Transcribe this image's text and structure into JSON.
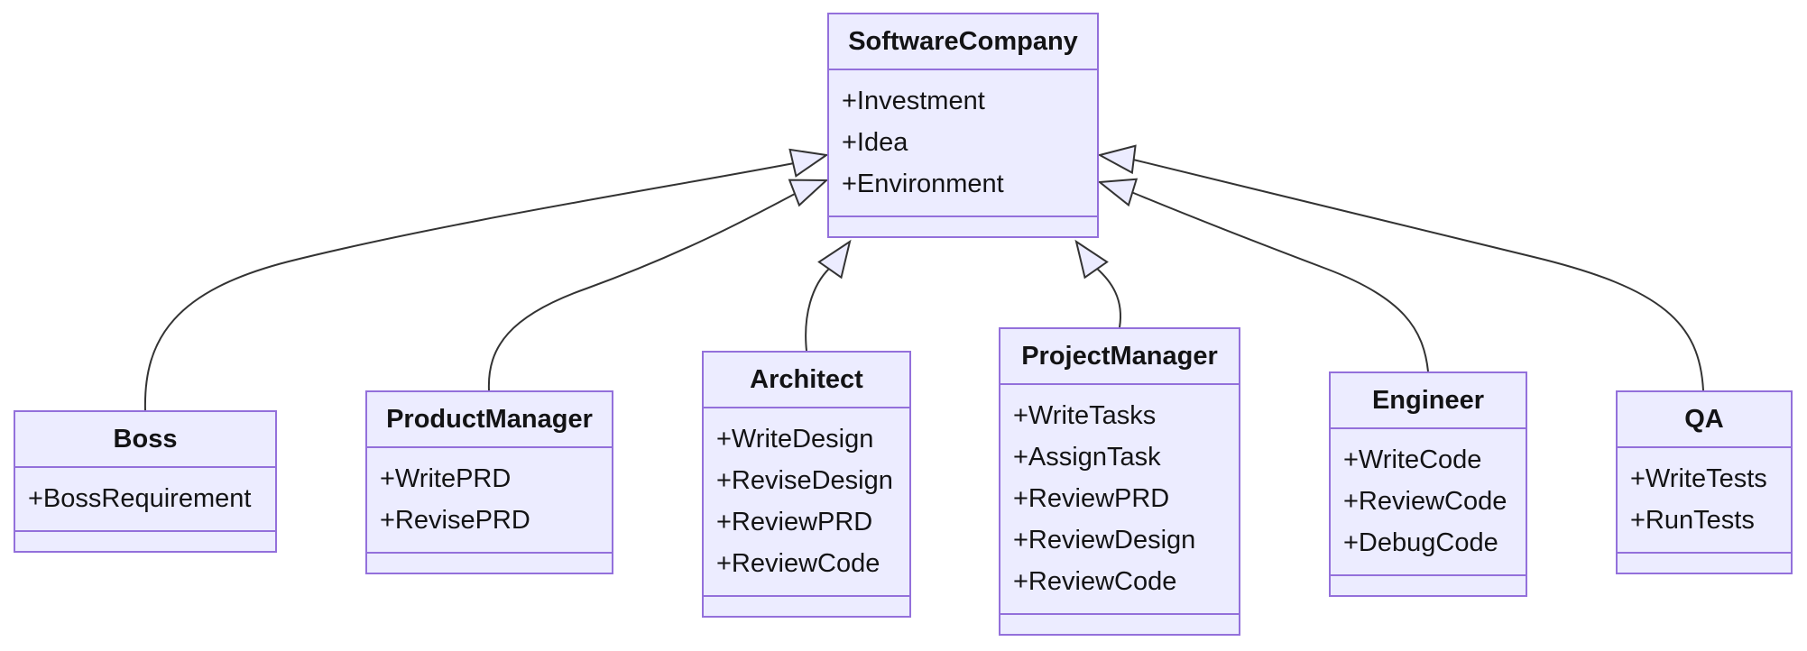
{
  "diagram": {
    "type": "uml-class-diagram",
    "colors": {
      "background": "#FFFFFF",
      "box_fill": "#ECECFF",
      "box_border": "#9370DB",
      "edge": "#333333",
      "arrowhead_fill": "#ECECFF",
      "text": "#131315"
    },
    "classes": [
      {
        "name": "SoftwareCompany",
        "attributes": [
          "+Investment",
          "+Idea",
          "+Environment"
        ],
        "methods": []
      },
      {
        "name": "Boss",
        "attributes": [
          "+BossRequirement"
        ],
        "methods": []
      },
      {
        "name": "ProductManager",
        "attributes": [
          "+WritePRD",
          "+RevisePRD"
        ],
        "methods": []
      },
      {
        "name": "Architect",
        "attributes": [
          "+WriteDesign",
          "+ReviseDesign",
          "+ReviewPRD",
          "+ReviewCode"
        ],
        "methods": []
      },
      {
        "name": "ProjectManager",
        "attributes": [
          "+WriteTasks",
          "+AssignTask",
          "+ReviewPRD",
          "+ReviewDesign",
          "+ReviewCode"
        ],
        "methods": []
      },
      {
        "name": "Engineer",
        "attributes": [
          "+WriteCode",
          "+ReviewCode",
          "+DebugCode"
        ],
        "methods": []
      },
      {
        "name": "QA",
        "attributes": [
          "+WriteTests",
          "+RunTests"
        ],
        "methods": []
      }
    ],
    "relations": [
      {
        "from": "Boss",
        "to": "SoftwareCompany",
        "type": "inheritance"
      },
      {
        "from": "ProductManager",
        "to": "SoftwareCompany",
        "type": "inheritance"
      },
      {
        "from": "Architect",
        "to": "SoftwareCompany",
        "type": "inheritance"
      },
      {
        "from": "ProjectManager",
        "to": "SoftwareCompany",
        "type": "inheritance"
      },
      {
        "from": "Engineer",
        "to": "SoftwareCompany",
        "type": "inheritance"
      },
      {
        "from": "QA",
        "to": "SoftwareCompany",
        "type": "inheritance"
      }
    ]
  }
}
